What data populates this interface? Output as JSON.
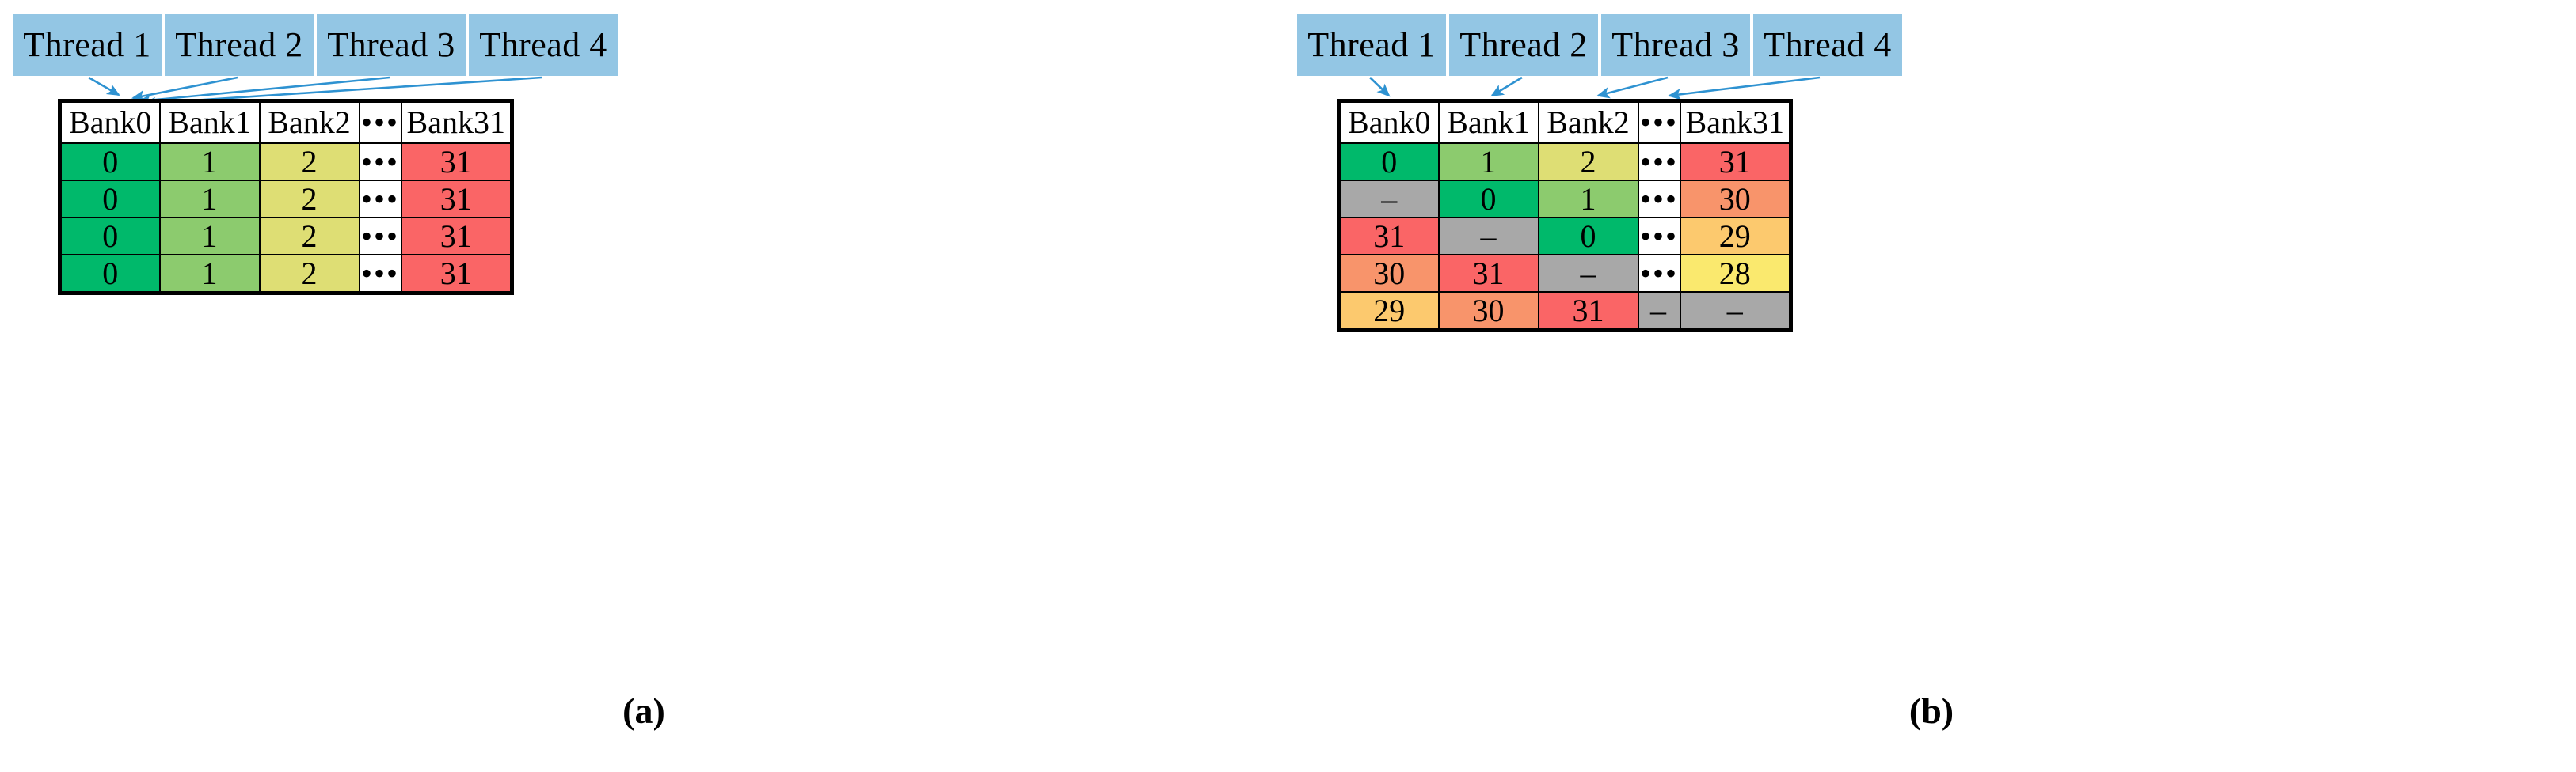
{
  "figure": {
    "panels": [
      {
        "id": "a",
        "caption": "(a)",
        "threads": [
          {
            "label": "Thread 1"
          },
          {
            "label": "Thread 2"
          },
          {
            "label": "Thread 3"
          },
          {
            "label": "Thread 4"
          }
        ],
        "table": {
          "headers": [
            "Bank0",
            "Bank1",
            "Bank2",
            "•••",
            "Bank31"
          ],
          "rows": [
            [
              "0",
              "1",
              "2",
              "•••",
              "31"
            ],
            [
              "0",
              "1",
              "2",
              "•••",
              "31"
            ],
            [
              "0",
              "1",
              "2",
              "•••",
              "31"
            ],
            [
              "0",
              "1",
              "2",
              "•••",
              "31"
            ]
          ],
          "cell_colors": [
            [
              "#00B96B",
              "#8CCB6E",
              "#DEDE74",
              "#FFFFFF",
              "#FA6566"
            ],
            [
              "#00B96B",
              "#8CCB6E",
              "#DEDE74",
              "#FFFFFF",
              "#FA6566"
            ],
            [
              "#00B96B",
              "#8CCB6E",
              "#DEDE74",
              "#FFFFFF",
              "#FA6566"
            ],
            [
              "#00B96B",
              "#8CCB6E",
              "#DEDE74",
              "#FFFFFF",
              "#FA6566"
            ]
          ]
        },
        "arrow_targets": "all four threads converge on Bank0"
      },
      {
        "id": "b",
        "caption": "(b)",
        "threads": [
          {
            "label": "Thread 1"
          },
          {
            "label": "Thread 2"
          },
          {
            "label": "Thread 3"
          },
          {
            "label": "Thread 4"
          }
        ],
        "table": {
          "headers": [
            "Bank0",
            "Bank1",
            "Bank2",
            "•••",
            "Bank31"
          ],
          "rows": [
            [
              "0",
              "1",
              "2",
              "•••",
              "31"
            ],
            [
              "–",
              "0",
              "1",
              "•••",
              "30"
            ],
            [
              "31",
              "–",
              "0",
              "•••",
              "29"
            ],
            [
              "30",
              "31",
              "–",
              "•••",
              "28"
            ],
            [
              "29",
              "30",
              "31",
              "–",
              "–"
            ]
          ],
          "cell_colors": [
            [
              "#00B96B",
              "#8CCB6E",
              "#DEDE74",
              "#FFFFFF",
              "#FA6566"
            ],
            [
              "#A8A8A8",
              "#00B96B",
              "#8CCB6E",
              "#FFFFFF",
              "#F8946B"
            ],
            [
              "#FA6566",
              "#A8A8A8",
              "#00B96B",
              "#FFFFFF",
              "#FCC96E"
            ],
            [
              "#F8946B",
              "#FA6566",
              "#A8A8A8",
              "#FFFFFF",
              "#FAE96E"
            ],
            [
              "#FCC96E",
              "#F8946B",
              "#FA6566",
              "#A8A8A8",
              "#A8A8A8"
            ]
          ]
        },
        "arrow_targets": "each thread points to its own bank column"
      }
    ]
  },
  "style": {
    "thread_box_fill": "#93C6E4",
    "arrow_color": "#2E92D1",
    "border_color": "#000000",
    "bg_color": "#FFFFFF"
  }
}
